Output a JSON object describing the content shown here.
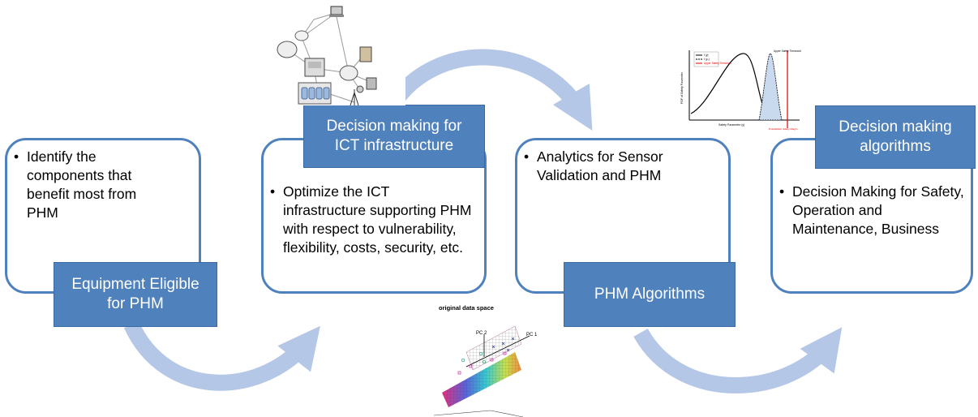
{
  "stages": [
    {
      "label": "Equipment Eligible for PHM",
      "bullet": "Identify the components that benefit most from PHM"
    },
    {
      "label": "Decision making for ICT infrastructure",
      "bullet": "Optimize the ICT infrastructure supporting PHM with respect to vulnerability, flexibility, costs, security, etc."
    },
    {
      "label": "PHM Algorithms",
      "bullet": "Analytics for Sensor Validation and PHM"
    },
    {
      "label": "Decision making algorithms",
      "bullet": "Decision Making for Safety, Operation and Maintenance, Business"
    }
  ],
  "pca_figure": {
    "title": "original data space",
    "axis1": "PC 1",
    "axis2": "PC 2"
  },
  "pdf_figure": {
    "ylabel": "PDF of Safety Parameter",
    "xlabel": "Safety Parameter (y)",
    "legend": [
      "f (y)",
      "f (y₀)",
      "Upper Safety Threshold"
    ],
    "annotations": [
      "Upper Safety Threshold",
      "Probabilistic Safety Margin"
    ]
  },
  "colors": {
    "box_border": "#4f81bd",
    "label_fill": "#4f81bd",
    "arrow": "#b4c7e7"
  }
}
